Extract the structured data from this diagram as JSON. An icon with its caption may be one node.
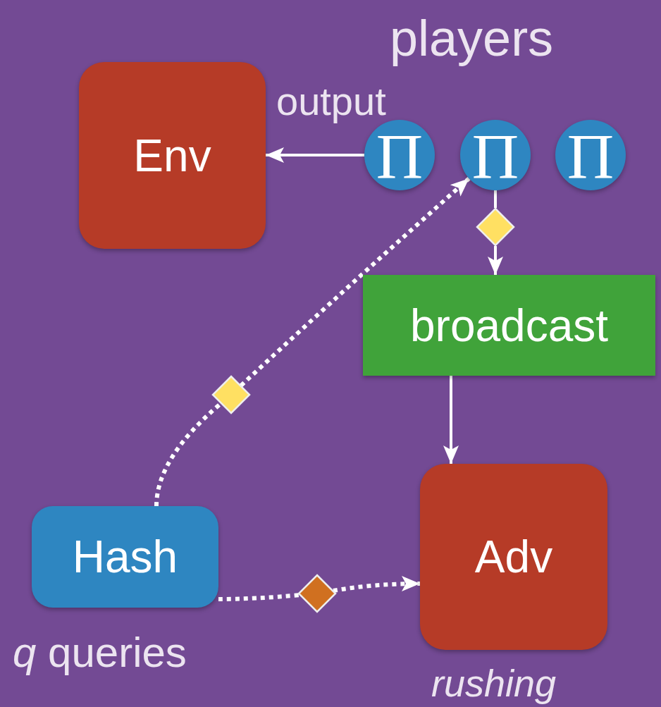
{
  "diagram": {
    "nodes": [
      {
        "text": [
          "Env"
        ]
      },
      {
        "text": [
          "Π"
        ]
      },
      {
        "text": [
          "Π"
        ]
      },
      {
        "text": [
          "Π"
        ]
      },
      {
        "text": [],
        "shape": "diamond"
      },
      {
        "text": [
          "broadcast"
        ]
      },
      {
        "text": [],
        "shape": "diamond"
      },
      {
        "text": [
          "Hash"
        ],
        "beside": [
          "*q* queries"
        ]
      },
      {
        "text": [
          "Adv"
        ],
        "beside": [
          "rushing"
        ]
      },
      {
        "text": [],
        "shape": "diamond"
      }
    ],
    "edges": [
      {
        "from": 1,
        "to": 0,
        "arrow": "to",
        "label": "output"
      },
      {
        "from": 2,
        "to": 4,
        "arrow": "none"
      },
      {
        "from": 4,
        "to": 5,
        "arrow": "to"
      },
      {
        "from": 5,
        "to": 8,
        "arrow": "to"
      },
      {
        "from": 7,
        "to": 6,
        "arrow": "none",
        "style": "dashed"
      },
      {
        "from": 6,
        "to": 2,
        "arrow": "to",
        "style": "dashed"
      },
      {
        "from": 7,
        "to": 9,
        "arrow": "none",
        "style": "dashed"
      },
      {
        "from": 9,
        "to": 8,
        "arrow": "to",
        "style": "dashed"
      }
    ],
    "labels": [
      "players"
    ]
  }
}
